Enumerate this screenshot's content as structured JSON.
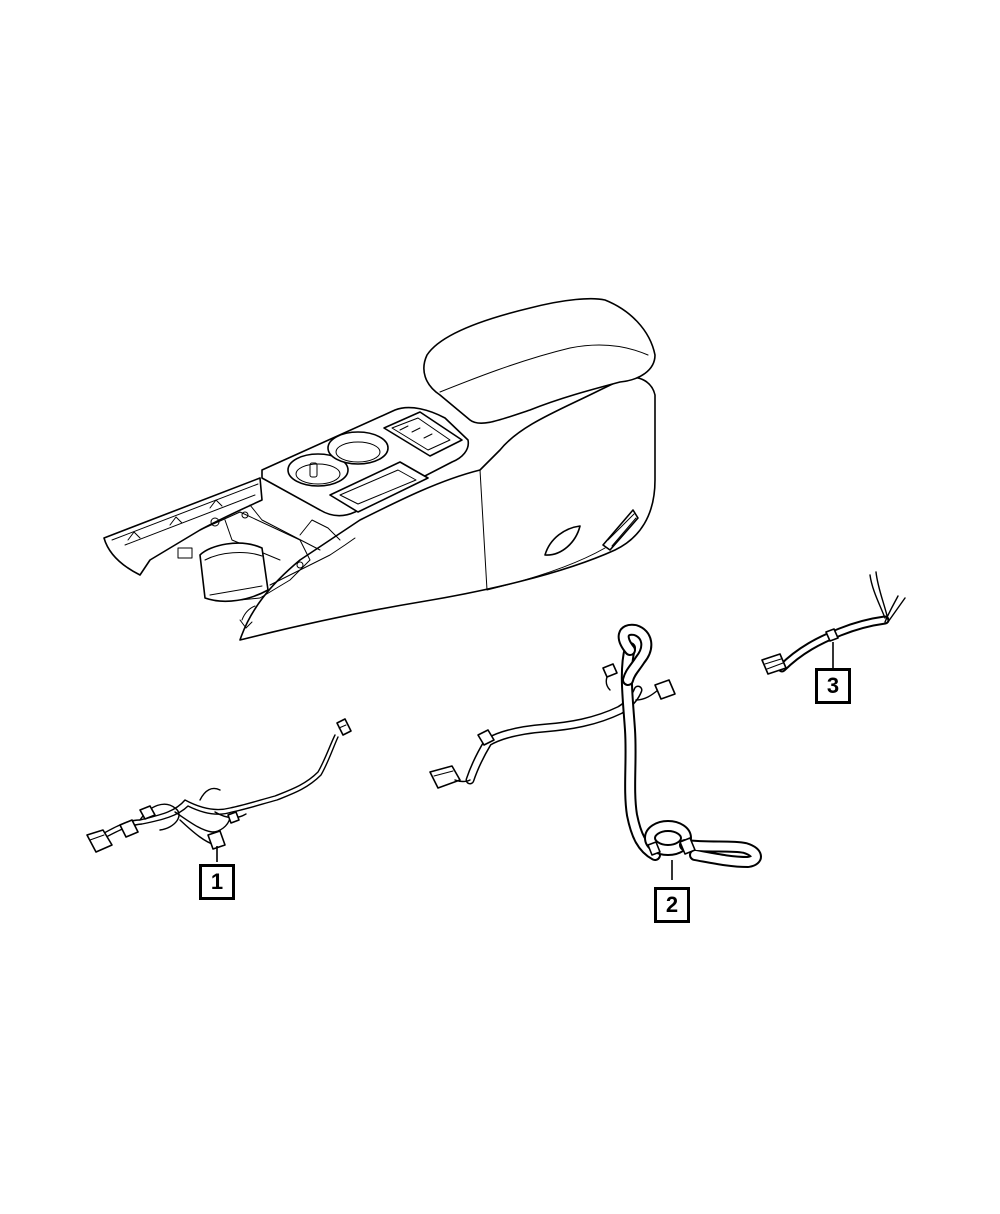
{
  "diagram": {
    "callouts": [
      {
        "label": "1",
        "part": "console-wiring-harness-1"
      },
      {
        "label": "2",
        "part": "console-wiring-harness-2"
      },
      {
        "label": "3",
        "part": "console-wiring-harness-3"
      }
    ],
    "line_color": "#000000",
    "background": "#ffffff"
  }
}
